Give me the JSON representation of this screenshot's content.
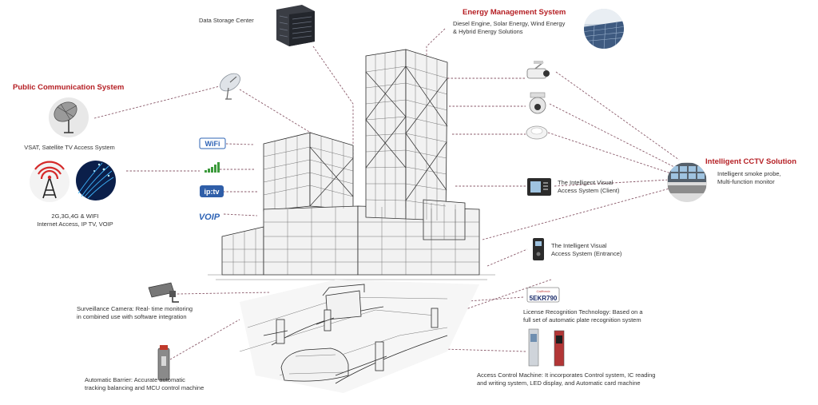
{
  "labels": {
    "data_storage": "Data Storage Center",
    "energy_title": "Energy Management System",
    "energy_desc": "Diesel Engine, Solar Energy, Wind Energy\n& Hybrid Energy Solutions",
    "pcs_title": "Public Communication System",
    "vsat": "VSAT, Satellite TV Access System",
    "mobile": "2G,3G,4G & WIFI\nInternet Access, IP TV, VOIP",
    "cctv_title": "Intelligent CCTV Solution",
    "cctv_desc": "Intelligent smoke probe,\nMulti-function monitor",
    "visual_client": "The Intelligent Visual\nAccess System (Client)",
    "visual_entrance": "The Intelligent Visual\nAccess System (Entrance)",
    "surveillance": "Surveillance Camera: Real- time monitoring\nin combined use with software integration",
    "license": "License Recognition Technology: Based on a\nfull set of  automatic plate recognition system",
    "barrier": "Automatic Barrier: Accurate automatic\ntracking balancing and MCU control machine",
    "access_machine": "Access Control Machine: It incorporates Control system, IC reading\nand writing system, LED display, and Automatic card machine"
  },
  "badges": {
    "wifi": "WiFi",
    "iptv": "ip:tv",
    "voip": "VOIP",
    "plate": "5EKR790",
    "plate_state": "California"
  },
  "colors": {
    "title_red": "#b51e23",
    "leader": "#8a5a6a",
    "wifi_blue": "#2f64b6",
    "signal_green": "#3c9a3c"
  },
  "icons": {
    "satellite_dish": "satellite-dish-icon",
    "vsat_dish": "vsat-dish-icon",
    "cell_tower": "cell-tower-icon",
    "fiber": "fiber-optic-icon",
    "server_rack": "server-rack-icon",
    "solar": "solar-panel-icon",
    "bullet_camera": "bullet-camera-icon",
    "dome_camera": "dome-camera-icon",
    "smoke_detector": "smoke-detector-icon",
    "control_room": "control-room-icon",
    "intercom": "intercom-icon",
    "signal_bars": "signal-bars-icon",
    "barrier": "barrier-post-icon",
    "access_kiosk": "access-kiosk-icon"
  }
}
